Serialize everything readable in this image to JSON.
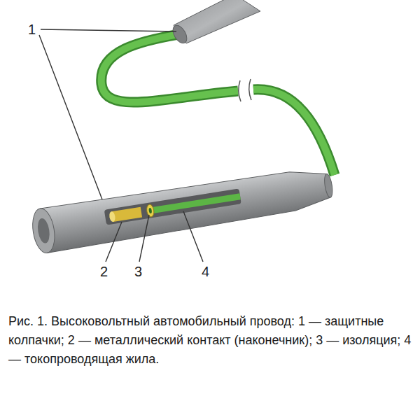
{
  "diagram": {
    "caption": "Рис. 1. Высоковольтный автомобильный провод: 1 — защитные колпачки; 2 — металлический контакт (наконечник); 3 — изоляция; 4 — токопроводящая жила.",
    "labels": [
      "1",
      "2",
      "3",
      "4"
    ]
  }
}
